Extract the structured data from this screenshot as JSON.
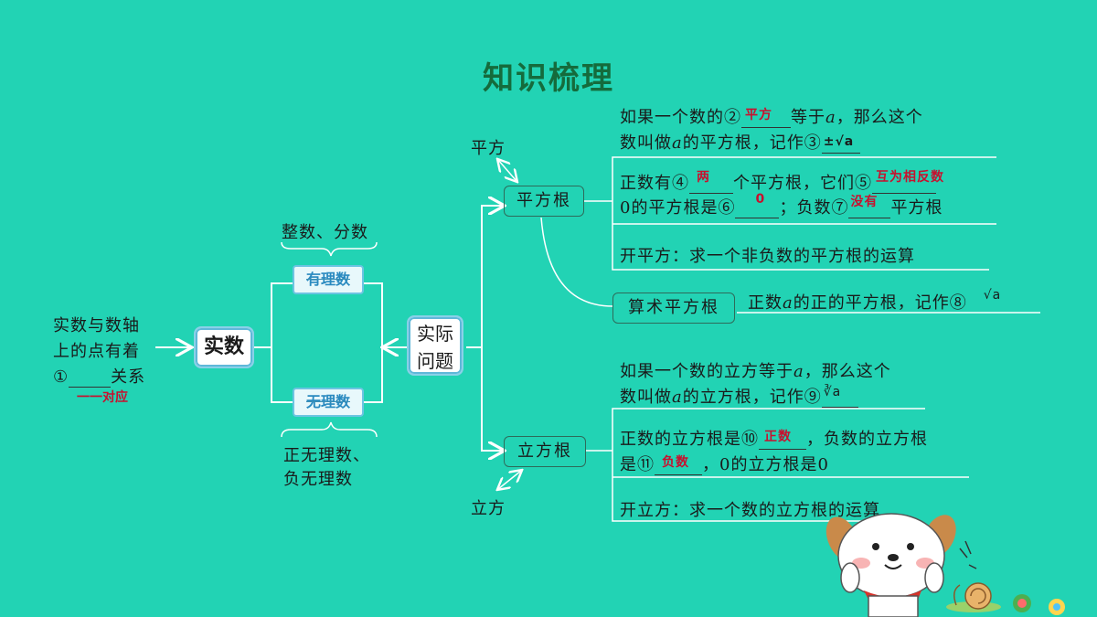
{
  "title": "知识梳理",
  "left": {
    "line1": "实数与数轴",
    "line2": "上的点有着",
    "line3_prefix": "①",
    "line3_suffix": "关系",
    "answer": "一一对应"
  },
  "shishu": "实数",
  "rational": {
    "label": "有理数",
    "above": "整数、分数"
  },
  "irrational": {
    "label": "无理数",
    "below1": "正无理数、",
    "below2": "负无理数"
  },
  "practical": {
    "line1": "实际",
    "line2": "问题"
  },
  "square_root": {
    "label": "平方根",
    "note": "平方",
    "def_line1_a": "如果一个数的②",
    "def_ans2": "平方",
    "def_line1_b": "等于",
    "def_var": "a",
    "def_line1_c": "，那么这个",
    "def_line2_a": "数叫做",
    "def_line2_b": "的平方根，记作③",
    "def_ans3": "±√a",
    "prop_line1_a": "正数有④",
    "ans4": "两",
    "prop_line1_b": "个平方根，它们⑤",
    "ans5": "互为相反数",
    "prop_line2_a": "0的平方根是⑥",
    "ans6": "0",
    "prop_line2_b": "；负数⑦",
    "ans7": "没有",
    "prop_line2_c": "平方根",
    "operation": "开平方：求一个非负数的平方根的运算"
  },
  "arith_root": {
    "label": "算术平方根",
    "desc_a": "正数",
    "desc_b": "的正的平方根，记作⑧",
    "ans8": "√a"
  },
  "cube_root": {
    "label": "立方根",
    "note": "立方",
    "def_line1_a": "如果一个数的立方等于",
    "def_line1_c": "，那么这个",
    "def_line2_a": "数叫做",
    "def_line2_b": "的立方根，记作⑨",
    "ans9": "∛a",
    "prop_line1_a": "正数的立方根是⑩",
    "ans10": "正数",
    "prop_line1_b": "，负数的立方根",
    "prop_line2_a": "是⑪",
    "ans11": "负数",
    "prop_line2_b": "，0的立方根是0",
    "operation": "开立方：求一个数的立方根的运算"
  },
  "colors": {
    "background": "#22d3b4",
    "title": "#156b3c",
    "answer": "#c8102e",
    "box_border": "#5fb8d9"
  }
}
